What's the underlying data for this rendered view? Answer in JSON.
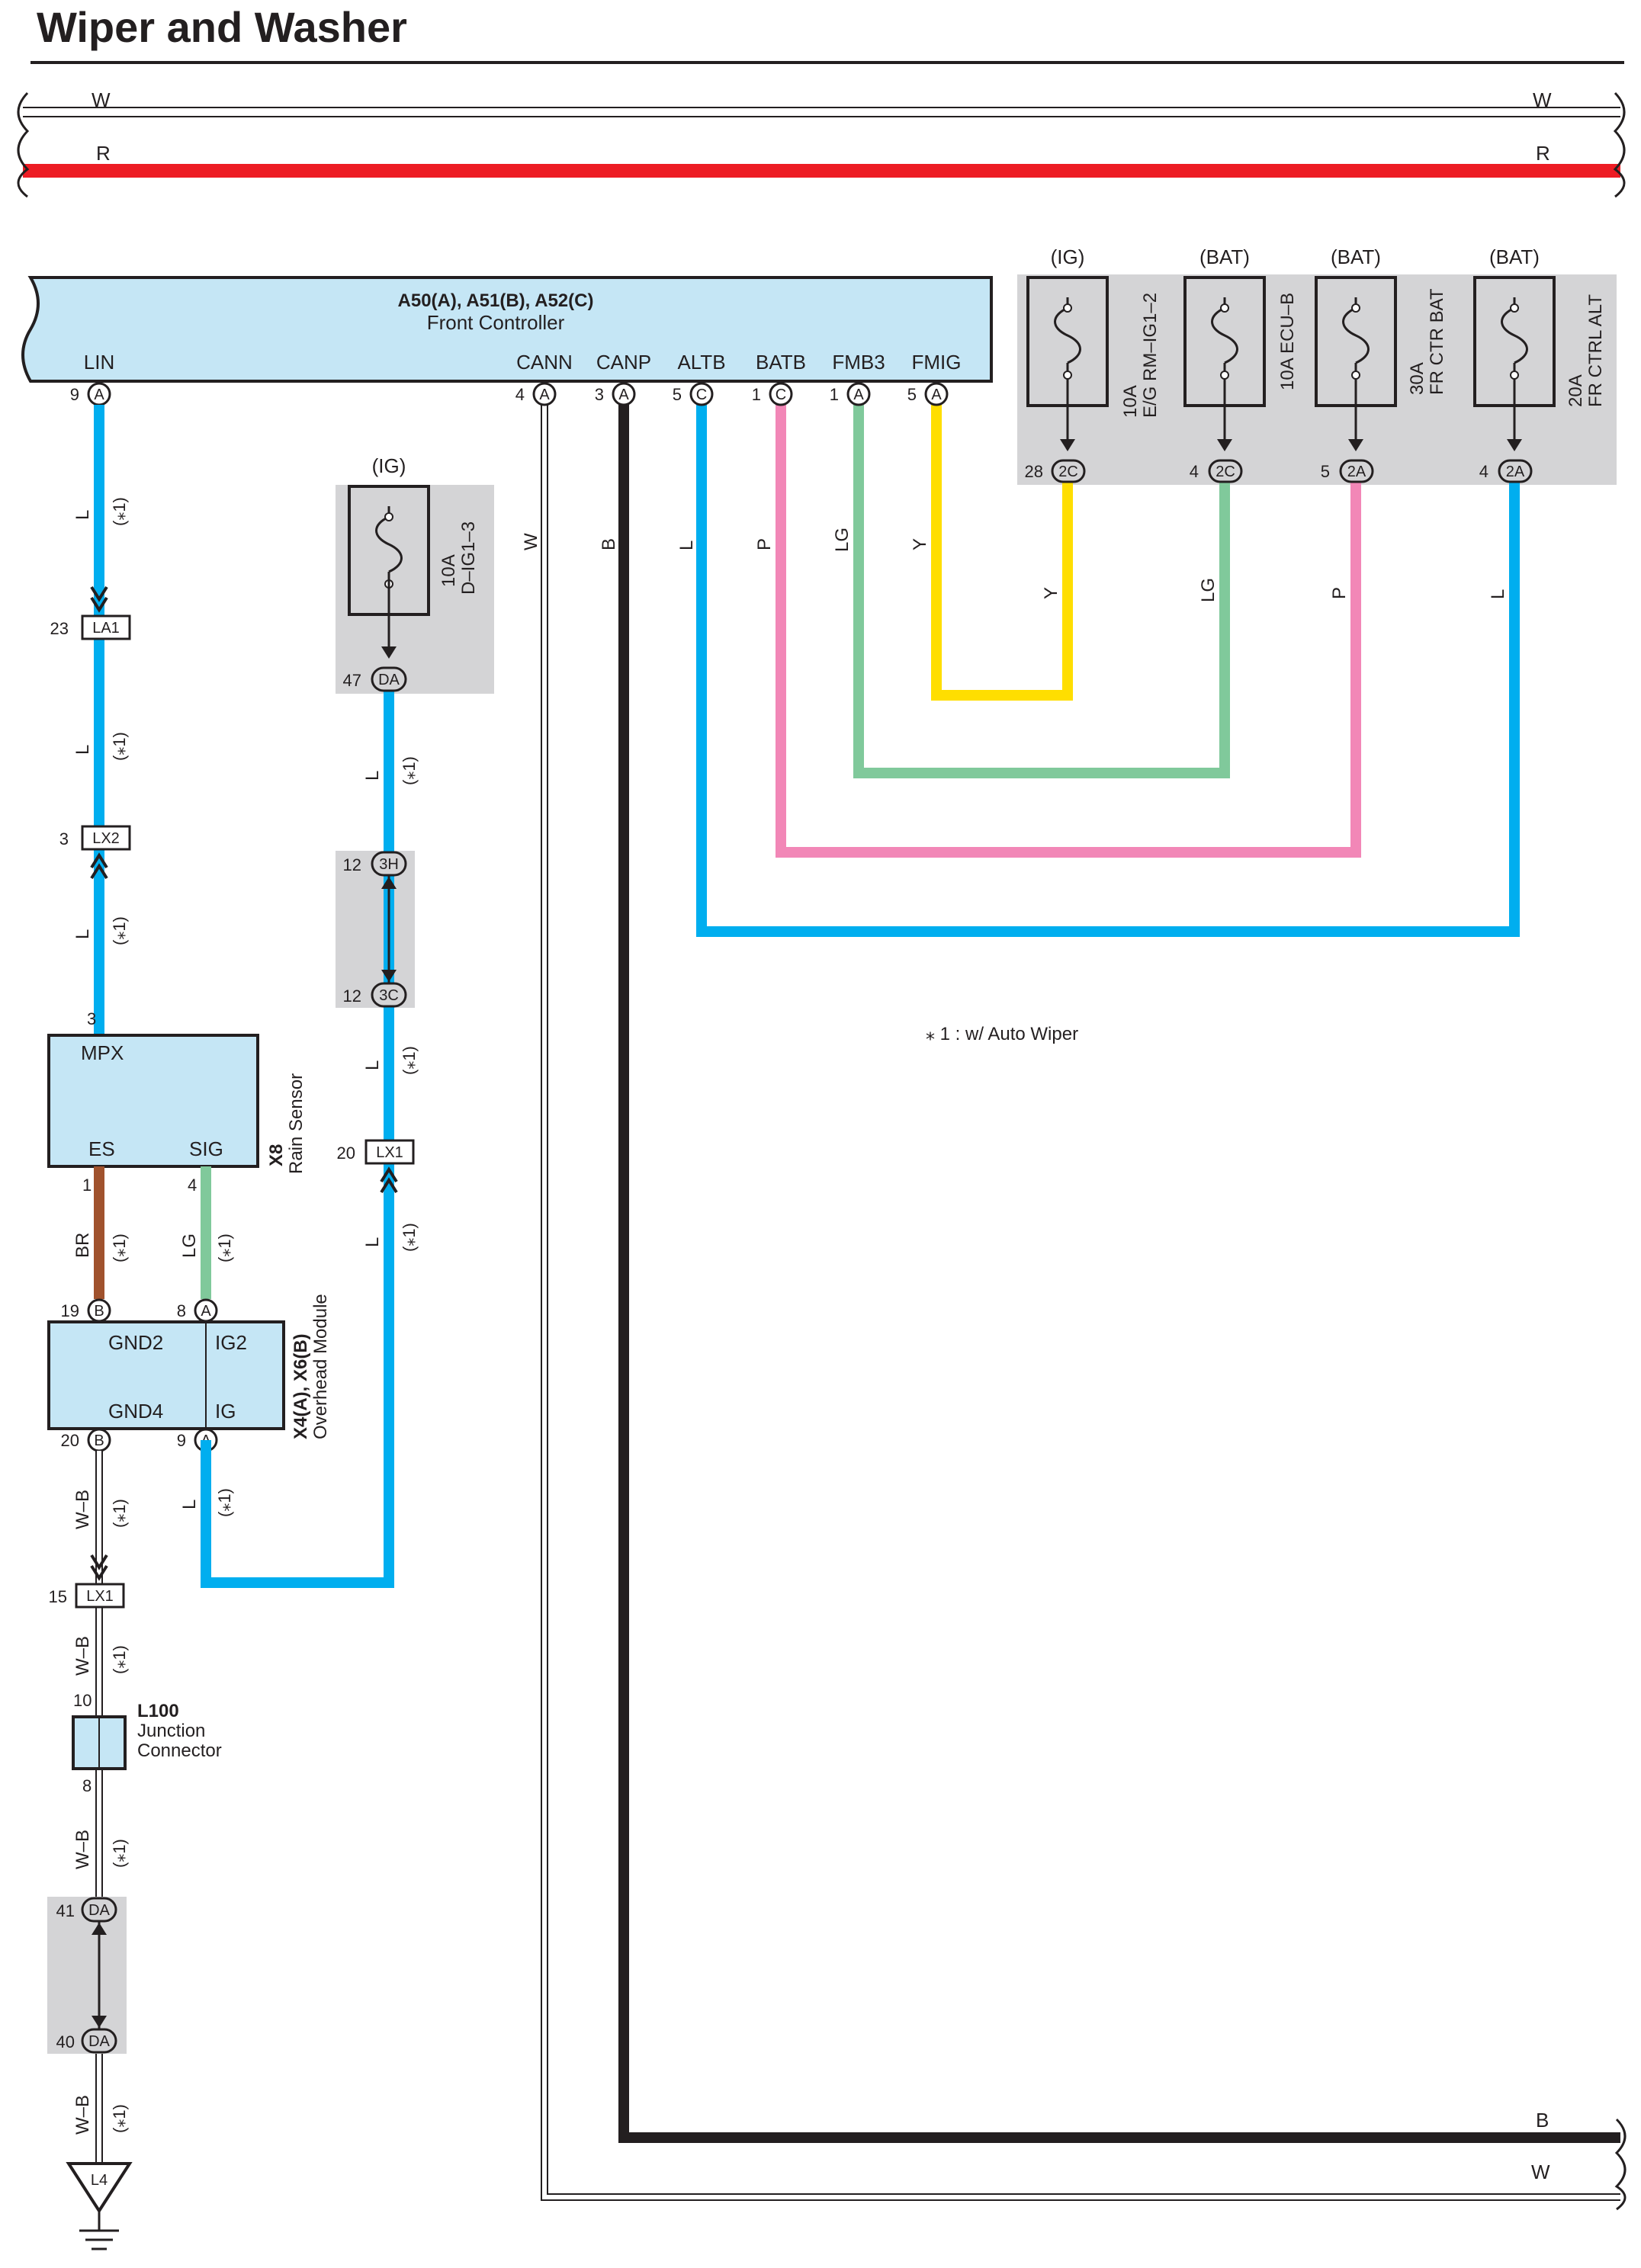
{
  "title": "Wiper and Washer",
  "bus": {
    "top_wire_left": "W",
    "top_wire_right": "W",
    "red_wire_left": "R",
    "red_wire_right": "R",
    "bottom_b": "B",
    "bottom_w": "W"
  },
  "front_controller": {
    "code": "A50(A), A51(B), A52(C)",
    "name": "Front Controller",
    "terminals": {
      "lin": "LIN",
      "cann": "CANN",
      "canp": "CANP",
      "altb": "ALTB",
      "batb": "BATB",
      "fmb3": "FMB3",
      "fmig": "FMIG"
    },
    "pins": {
      "lin": "9",
      "cann": "4",
      "canp": "3",
      "altb": "5",
      "batb": "1",
      "fmb3": "1",
      "fmig": "5"
    },
    "connectors": {
      "lin": "A",
      "cann": "A",
      "canp": "A",
      "altb": "C",
      "batb": "C",
      "fmb3": "A",
      "fmig": "A"
    }
  },
  "fuses": [
    {
      "source": "(IG)",
      "amp": "10A",
      "name": "E/G RM–IG1–2",
      "pin": "28",
      "conn": "2C"
    },
    {
      "source": "(BAT)",
      "amp": "10A",
      "name": "ECU–B",
      "pin": "4",
      "conn": "2C"
    },
    {
      "source": "(BAT)",
      "amp": "30A",
      "name": "FR CTR BAT",
      "pin": "5",
      "conn": "2A"
    },
    {
      "source": "(BAT)",
      "amp": "20A",
      "name": "FR CTRL ALT",
      "pin": "4",
      "conn": "2A"
    }
  ],
  "fuse_dig": {
    "source": "(IG)",
    "amp": "10A",
    "name": "D–IG1–3",
    "pin": "47",
    "conn": "DA"
  },
  "wire_colors": {
    "L": "L",
    "W": "W",
    "B": "B",
    "P": "P",
    "LG": "LG",
    "Y": "Y",
    "BR": "BR",
    "WB": "W–B"
  },
  "note_tag": "(⁎1)",
  "connectors_inline": {
    "la1": {
      "pin": "23",
      "name": "LA1"
    },
    "lx2": {
      "pin": "3",
      "name": "LX2"
    },
    "h3": {
      "pin": "12",
      "name": "3H"
    },
    "c3": {
      "pin": "12",
      "name": "3C"
    },
    "lx1a": {
      "pin": "20",
      "name": "LX1"
    },
    "lx1b": {
      "pin": "15",
      "name": "LX1"
    },
    "da41": {
      "pin": "41",
      "name": "DA"
    },
    "da40": {
      "pin": "40",
      "name": "DA"
    }
  },
  "rain_sensor": {
    "code": "X8",
    "name": "Rain Sensor",
    "mpx": "MPX",
    "es": "ES",
    "sig": "SIG",
    "pin_mpx": "3",
    "pin_es": "1",
    "pin_sig": "4"
  },
  "overhead_module": {
    "code": "X4(A), X6(B)",
    "name": "Overhead Module",
    "gnd2": "GND2",
    "ig2": "IG2",
    "gnd4": "GND4",
    "ig": "IG",
    "pin_gnd2": "19",
    "conn_gnd2": "B",
    "pin_ig2": "8",
    "conn_ig2": "A",
    "pin_gnd4": "20",
    "conn_gnd4": "B",
    "pin_ig": "9",
    "conn_ig": "A"
  },
  "junction": {
    "code": "L100",
    "name1": "Junction",
    "name2": "Connector",
    "pin_top": "10",
    "pin_bottom": "8"
  },
  "ground": {
    "name": "L4"
  },
  "footnote": "⁎ 1 : w/ Auto Wiper",
  "colors": {
    "blue": "#00aeef",
    "red": "#ed1c24",
    "pink": "#f287b7",
    "green": "#80c99b",
    "yellow": "#ffde00",
    "brown": "#a0522d",
    "black": "#231f20",
    "panel": "#c5e6f5",
    "fusebg": "#d4d4d6"
  }
}
